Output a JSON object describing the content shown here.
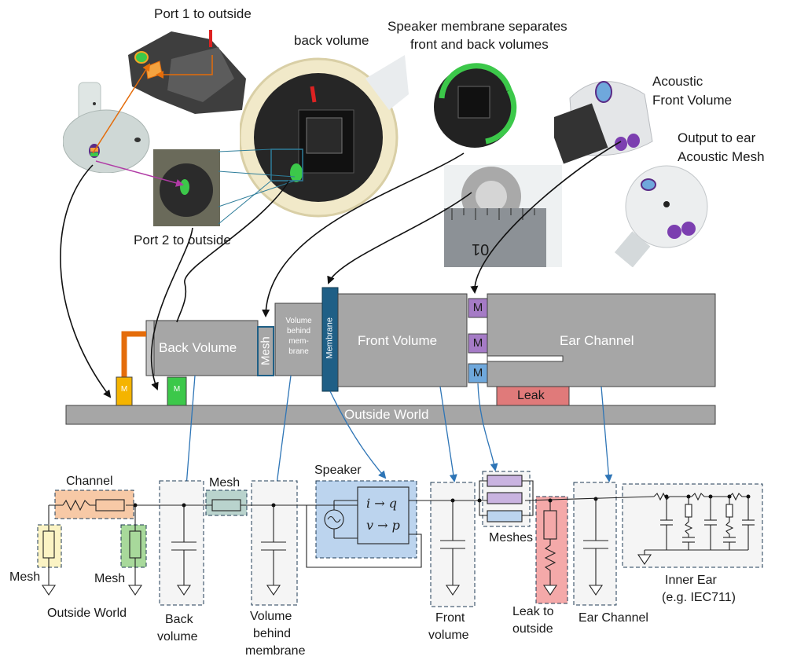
{
  "colors": {
    "block_gray": "#a6a6a6",
    "block_border": "#404040",
    "membrane_blue": "#1f5f86",
    "mesh_teal": "#1f5f86",
    "port1_orange": "#f5b400",
    "port1_tube": "#e46c0a",
    "port2_green": "#3cc84a",
    "mesh_purple": "#a57bc6",
    "mesh_blue": "#6fa8dc",
    "leak_red": "#e07a7a",
    "speaker_box": "#bcd4ee",
    "channel_box": "#f7c9a6",
    "mesh_box_yellow": "#fbf3c4",
    "mesh_box_green": "#a8d99b",
    "mesh_box_teal": "#b9d3cd",
    "arrow_blue": "#2e75b6"
  },
  "photo_labels": {
    "port1": "Port 1 to outside",
    "back_volume": "back volume",
    "membrane_note_l1": "Speaker membrane separates",
    "membrane_note_l2": "front and back volumes",
    "front_volume_l1": "Acoustic",
    "front_volume_l2": "Front Volume",
    "output_l1": "Output to ear",
    "output_l2": "Acoustic Mesh",
    "port2": "Port 2 to outside",
    "ruler_digits": "01"
  },
  "blocks": {
    "back_volume": "Back Volume",
    "mesh": "Mesh",
    "vbm_l1": "Volume",
    "vbm_l2": "behind",
    "vbm_l3": "mem-",
    "vbm_l4": "brane",
    "membrane": "Membrane",
    "front_volume": "Front Volume",
    "ear_channel": "Ear Channel",
    "leak": "Leak",
    "outside_world": "Outside World",
    "port_m": "M",
    "mesh_m": "M"
  },
  "circuit": {
    "channel": "Channel",
    "mesh_top": "Mesh",
    "speaker": "Speaker",
    "speaker_eq1": "i → q",
    "speaker_eq2": "v → p",
    "meshes": "Meshes",
    "mesh_left1": "Mesh",
    "mesh_left2": "Mesh",
    "outside_world": "Outside World",
    "back_l1": "Back",
    "back_l2": "volume",
    "vbm_l1": "Volume",
    "vbm_l2": "behind",
    "vbm_l3": "membrane",
    "front_l1": "Front",
    "front_l2": "volume",
    "leak_l1": "Leak to",
    "leak_l2": "outside",
    "ear_channel": "Ear Channel",
    "inner_ear_l1": "Inner Ear",
    "inner_ear_l2": "(e.g. IEC711)"
  }
}
